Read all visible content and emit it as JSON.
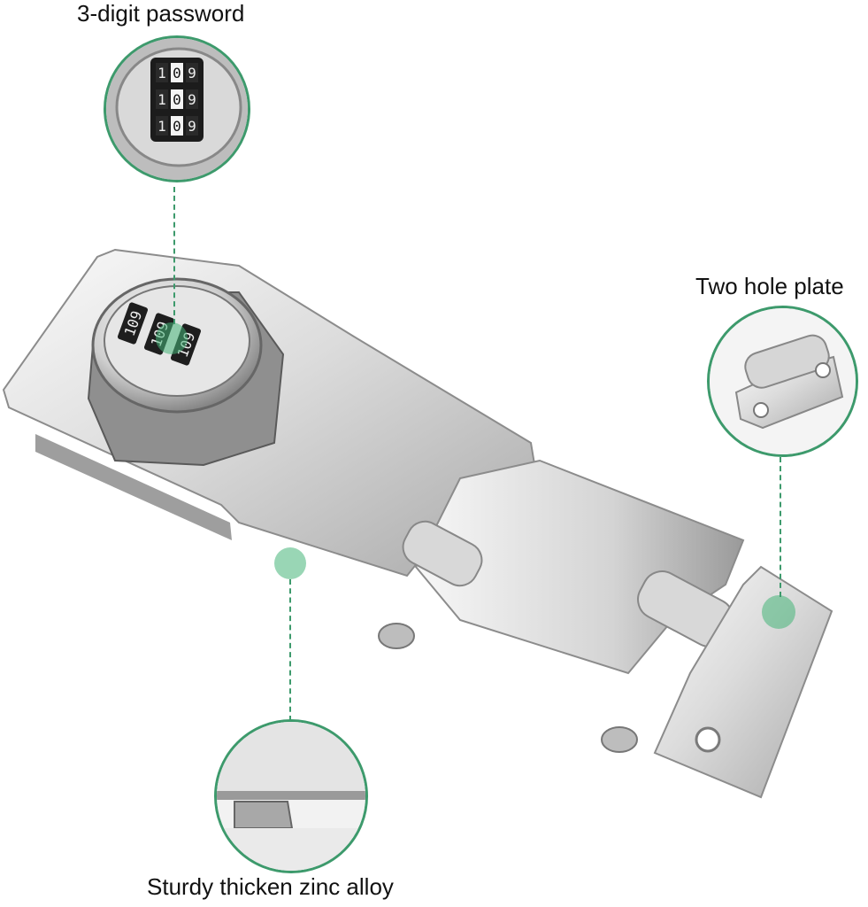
{
  "callouts": {
    "password": {
      "label": "3-digit password",
      "icon": "combination-dial-closeup"
    },
    "plate": {
      "label": "Two hole plate",
      "icon": "hinge-plate-closeup"
    },
    "alloy": {
      "label": "Sturdy thicken zinc alloy",
      "icon": "plate-edge-closeup"
    }
  },
  "dials": [
    [
      "1",
      "0",
      "9"
    ],
    [
      "1",
      "0",
      "9"
    ],
    [
      "1",
      "0",
      "9"
    ]
  ],
  "colors": {
    "accent": "#3d9a6c",
    "metal_light": "#f2f2f2",
    "metal_mid": "#c9c9c9",
    "metal_dark": "#6f6f6f"
  }
}
